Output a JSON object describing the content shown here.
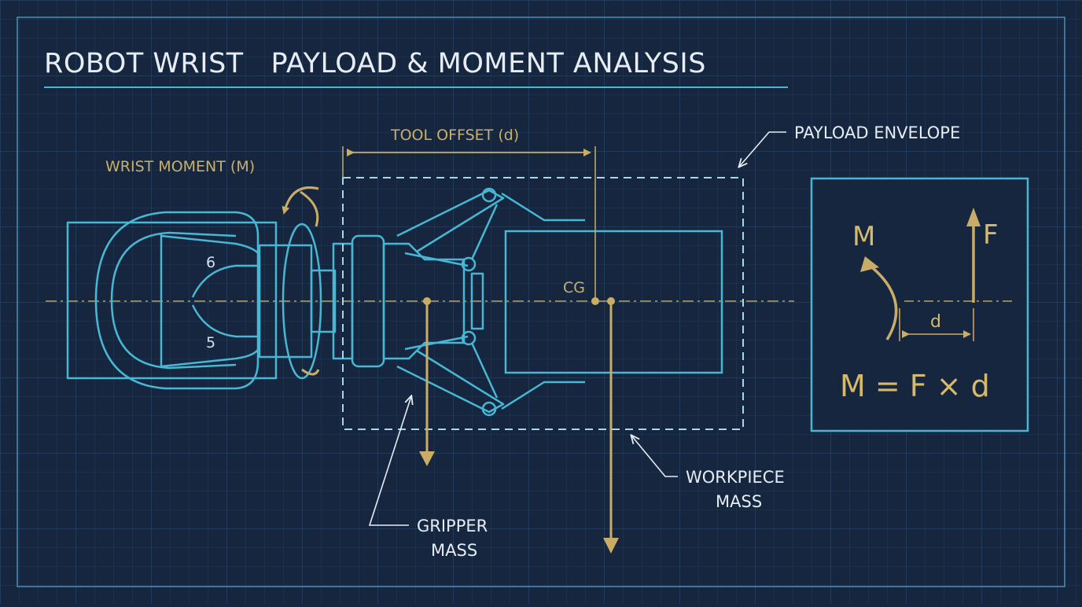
{
  "title": "ROBOT WRIST   PAYLOAD & MOMENT ANALYSIS",
  "labels": {
    "tool_offset": "TOOL OFFSET (d)",
    "wrist_moment": "WRIST MOMENT (M)",
    "payload_envelope": "PAYLOAD ENVELOPE",
    "cg": "CG",
    "gripper_mass_line1": "GRIPPER",
    "gripper_mass_line2": "MASS",
    "workpiece_mass_line1": "WORKPIECE",
    "workpiece_mass_line2": "MASS",
    "joint_6": "6",
    "joint_5": "5"
  },
  "inset": {
    "moment_symbol": "M",
    "force_symbol": "F",
    "distance_symbol": "d",
    "formula": "M = F × d"
  },
  "colors": {
    "background": "#16263f",
    "grid": "#24405e",
    "line": "#48b7d4",
    "gold": "#c9ad66",
    "text_light": "#e6edf5"
  }
}
